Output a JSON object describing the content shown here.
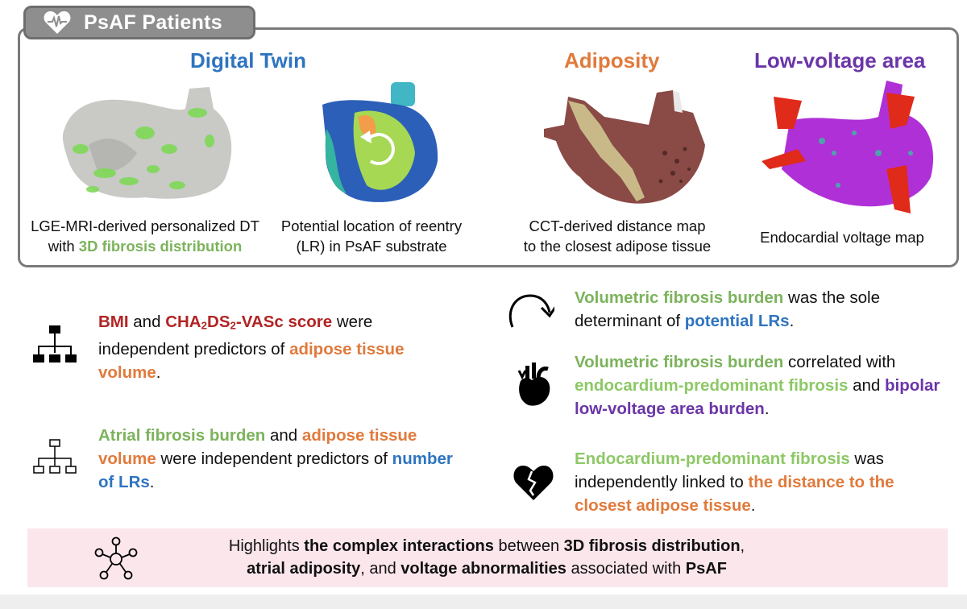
{
  "header": {
    "tag_label": "PsAF Patients",
    "tag_icon": "heart-pulse-icon"
  },
  "panels": [
    {
      "title": "Digital Twin",
      "title_color": "#2e74c0"
    },
    {
      "title": "Adiposity",
      "title_color": "#e07a3c"
    },
    {
      "title": "Low-voltage area",
      "title_color": "#6b35a8"
    }
  ],
  "captions": {
    "fibrosis_line1": "LGE-MRI-derived personalized DT",
    "fibrosis_line2_prefix": "with ",
    "fibrosis_line2_highlight": "3D fibrosis distribution",
    "reentry_line1": "Potential location of reentry",
    "reentry_line2": "(LR) in PsAF substrate",
    "adipose_line1": "CCT-derived distance map",
    "adipose_line2": "to the closest adipose tissue",
    "voltage_line1": "Endocardial voltage map"
  },
  "findings": {
    "f1": {
      "icon": "hierarchy-filled-icon",
      "a": "BMI",
      "b": " and ",
      "c": "CHA",
      "c_sub1": "2",
      "c2": "DS",
      "c_sub2": "2",
      "c3": "-VASc score",
      "d": " were independent predictors of ",
      "e": "adipose tissue volume",
      "f": "."
    },
    "f2": {
      "icon": "hierarchy-outline-icon",
      "a": "Atrial fibrosis burden",
      "b": " and ",
      "c": "adipose tissue volume",
      "d": " were independent predictors of ",
      "e": "number of LRs",
      "f": "."
    },
    "f3": {
      "icon": "circular-arrow-icon",
      "a": "Volumetric fibrosis burden",
      "b": " was the sole determinant of ",
      "c": "potential LRs",
      "d": "."
    },
    "f4": {
      "icon": "anatomical-heart-icon",
      "a": "Volumetric fibrosis burden",
      "b": " correlated with ",
      "c": "endocardium-predominant fibrosis",
      "d": " and ",
      "e": "bipolar low-voltage area burden",
      "f": "."
    },
    "f5": {
      "icon": "broken-heart-icon",
      "a": "Endocardium-predominant fibrosis",
      "b": " was independently linked to ",
      "c": "the distance to the closest adipose tissue",
      "d": "."
    }
  },
  "banner": {
    "icon": "network-icon",
    "t1": "Highlights ",
    "t2": "the complex interactions",
    "t3": " between ",
    "t4": "3D fibrosis distribution",
    "t5": ",",
    "t6": "atrial adiposity",
    "t7": ", and ",
    "t8": "voltage abnormalities",
    "t9": " associated with ",
    "t10": "PsAF",
    "background": "#fbe6ec"
  },
  "colors": {
    "green": "#7cb35c",
    "light_green": "#8dc866",
    "blue": "#2e74c0",
    "orange": "#e07a3c",
    "red": "#b22424",
    "purple": "#6b35a8",
    "frame_gray": "#7a7a7a"
  }
}
